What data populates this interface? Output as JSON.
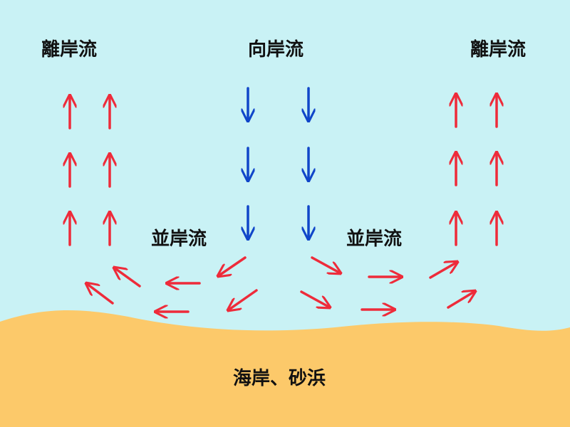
{
  "labels": {
    "offshore_left": "離岸流",
    "onshore": "向岸流",
    "offshore_right": "離岸流",
    "alongshore_left": "並岸流",
    "alongshore_right": "並岸流",
    "beach": "海岸、砂浜"
  },
  "colors": {
    "sea": "#c9f2f5",
    "sand": "#fcc96a",
    "offshore_arrow": "#ee2b3a",
    "onshore_arrow": "#1046c9",
    "text": "#111111"
  }
}
